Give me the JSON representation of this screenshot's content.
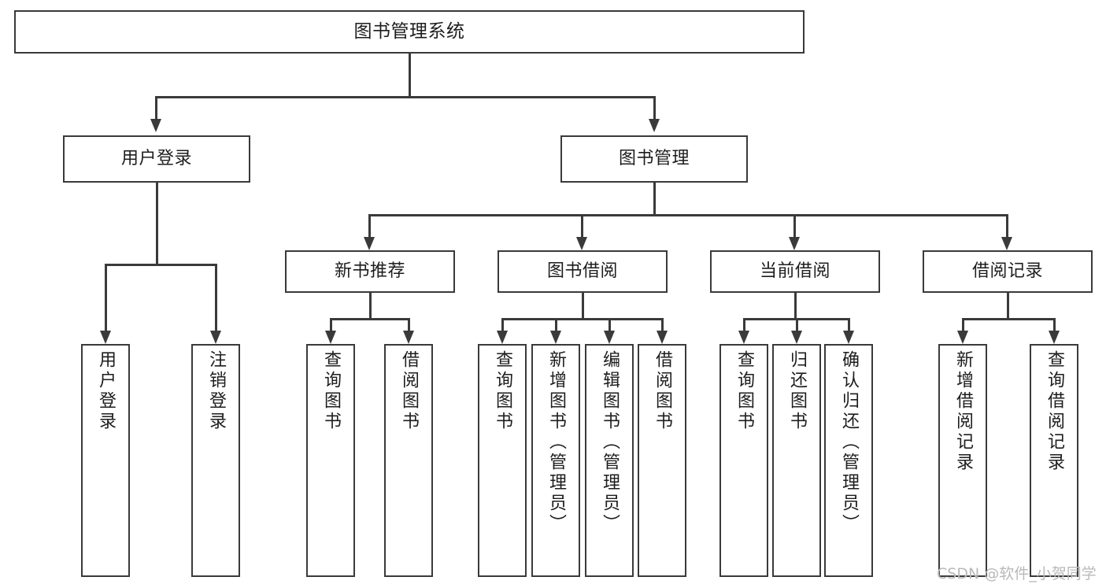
{
  "diagram": {
    "type": "tree",
    "title": "图书管理系统",
    "root": {
      "label": "图书管理系统"
    },
    "level1": [
      {
        "label": "用户登录"
      },
      {
        "label": "图书管理"
      }
    ],
    "level2": [
      {
        "label": "新书推荐"
      },
      {
        "label": "图书借阅"
      },
      {
        "label": "当前借阅"
      },
      {
        "label": "借阅记录"
      }
    ],
    "leaves": {
      "user_login": [
        {
          "label": "用户登录"
        },
        {
          "label": "注销登录"
        }
      ],
      "new_book_recommend": [
        {
          "label": "查询图书"
        },
        {
          "label": "借阅图书"
        }
      ],
      "book_borrow": [
        {
          "label": "查询图书"
        },
        {
          "label": "新增图书（管理员）"
        },
        {
          "label": "编辑图书（管理员）"
        },
        {
          "label": "借阅图书"
        }
      ],
      "current_borrow": [
        {
          "label": "查询图书"
        },
        {
          "label": "归还图书"
        },
        {
          "label": "确认归还（管理员）"
        }
      ],
      "borrow_record": [
        {
          "label": "新增借阅记录"
        },
        {
          "label": "查询借阅记录"
        }
      ]
    }
  },
  "watermark": {
    "text": "CSDN @软件_小贺同学"
  },
  "colors": {
    "stroke": "#3a3a3a",
    "background": "#ffffff",
    "text": "#1d1d1d",
    "watermark": "#b9b9b9"
  }
}
